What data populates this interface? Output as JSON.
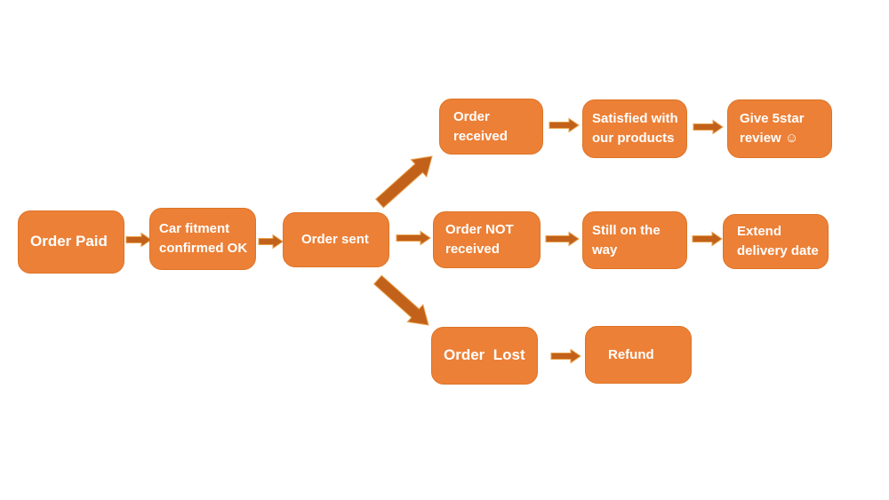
{
  "diagram": {
    "title": "Order process flowchart",
    "colors": {
      "node_fill": "#EC8037",
      "node_border": "#DD7426",
      "arrow": "#C2611A",
      "arrow_edge": "#E8A14C",
      "text": "#FFFFFF",
      "background": "#FFFFFF"
    },
    "nodes": [
      {
        "id": "order-paid",
        "label": "Order Paid"
      },
      {
        "id": "car-fitment",
        "label": "Car fitment\nconfirmed OK"
      },
      {
        "id": "order-sent",
        "label": "Order sent"
      },
      {
        "id": "order-received",
        "label": "Order\nreceived"
      },
      {
        "id": "satisfied",
        "label": "Satisfied with\nour products"
      },
      {
        "id": "give-5star",
        "label": "Give 5star\nreview ☺"
      },
      {
        "id": "order-not-received",
        "label": "Order NOT\nreceived"
      },
      {
        "id": "still-on-the-way",
        "label": "Still on the\nway"
      },
      {
        "id": "extend-delivery",
        "label": "Extend\ndelivery date"
      },
      {
        "id": "order-lost",
        "label": "Order  Lost"
      },
      {
        "id": "refund",
        "label": "Refund"
      }
    ],
    "edges": [
      {
        "from": "order-paid",
        "to": "car-fitment"
      },
      {
        "from": "car-fitment",
        "to": "order-sent"
      },
      {
        "from": "order-sent",
        "to": "order-received"
      },
      {
        "from": "order-sent",
        "to": "order-not-received"
      },
      {
        "from": "order-sent",
        "to": "order-lost"
      },
      {
        "from": "order-received",
        "to": "satisfied"
      },
      {
        "from": "satisfied",
        "to": "give-5star"
      },
      {
        "from": "order-not-received",
        "to": "still-on-the-way"
      },
      {
        "from": "still-on-the-way",
        "to": "extend-delivery"
      },
      {
        "from": "order-lost",
        "to": "refund"
      }
    ]
  }
}
